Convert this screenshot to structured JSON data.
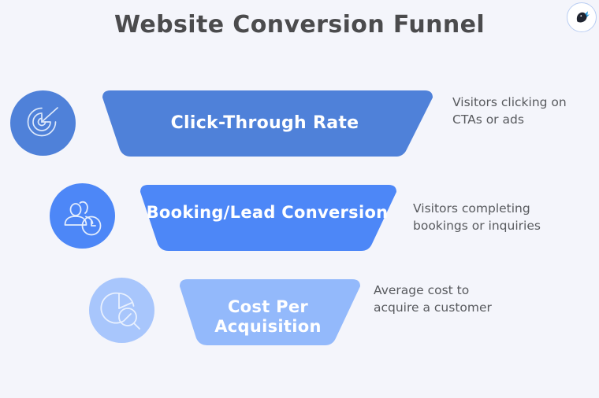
{
  "page": {
    "title": "Website Conversion Funnel",
    "background_color": "#f4f5fb",
    "title_color": "#4b4b4d"
  },
  "logo": {
    "name": "brand-logo",
    "border_color": "#b9cdf2",
    "silhouette_color": "#1f2430",
    "accent_color": "#2f9fe0"
  },
  "funnel": {
    "stages": [
      {
        "label": "Click-Through Rate",
        "description": "Visitors clicking on\nCTAs or ads",
        "color": "#4f81d9",
        "icon": "target-arrow-icon"
      },
      {
        "label": "Booking/Lead\nConversion",
        "description": "Visitors completing\nbookings or inquiries",
        "color": "#4d87f7",
        "icon": "users-clock-icon"
      },
      {
        "label": "Cost Per\nAcquisition",
        "description": "Average cost to\nacquire a customer",
        "color": "#93b9fb",
        "icon": "pie-chart-search-icon"
      }
    ]
  }
}
